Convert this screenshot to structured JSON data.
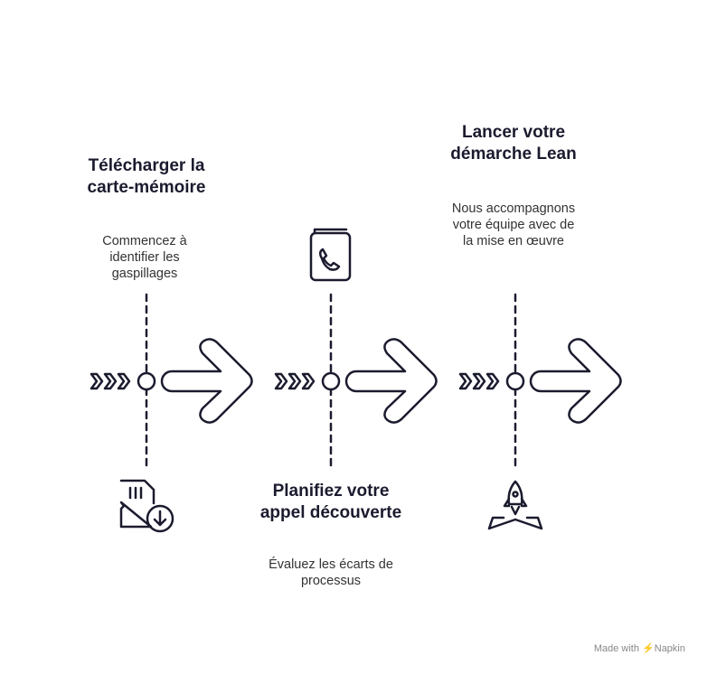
{
  "steps": [
    {
      "title": "Télécharger la carte-mémoire",
      "description": "Commencez à identifier les gaspillages",
      "icon": "sd-card-download-icon"
    },
    {
      "title": "Planifiez votre appel découverte",
      "description": "Évaluez les écarts de processus",
      "icon": "phone-book-icon"
    },
    {
      "title": "Lancer votre démarche Lean",
      "description": "Nous accompagnons votre équipe avec de la mise en œuvre",
      "icon": "rocket-launch-icon"
    }
  ],
  "footer": {
    "made_with": "Made with",
    "brand": "Napkin"
  },
  "colors": {
    "stroke": "#1b1b2f"
  }
}
